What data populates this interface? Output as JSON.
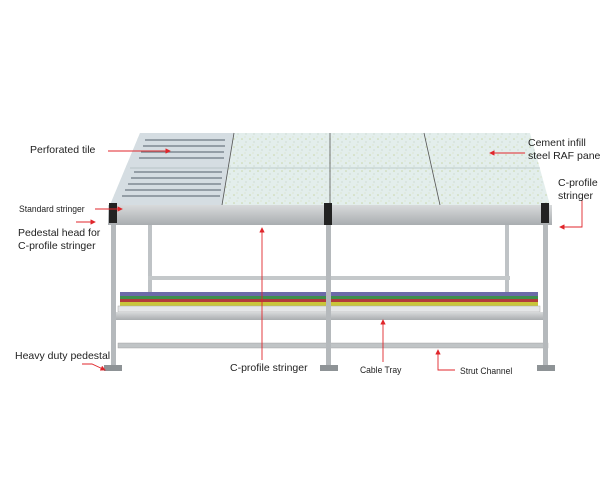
{
  "labels": {
    "perforated_tile": "Perforated tile",
    "cement_panel_1": "Cement infill",
    "cement_panel_2": "steel RAF panel",
    "c_profile_right_1": "C-profile",
    "c_profile_right_2": "stringer",
    "standard_stringer": "Standard stringer",
    "pedestal_head_1": "Pedestal head for",
    "pedestal_head_2": "C-profile stringer",
    "heavy_duty_pedestal": "Heavy duty pedestal",
    "c_profile_bottom": "C-profile stringer",
    "cable_tray": "Cable Tray",
    "strut_channel": "Strut Channel"
  },
  "colors": {
    "arrow": "#e0262b",
    "steel": "#b9bdc0",
    "tile": "#dfeaea"
  }
}
